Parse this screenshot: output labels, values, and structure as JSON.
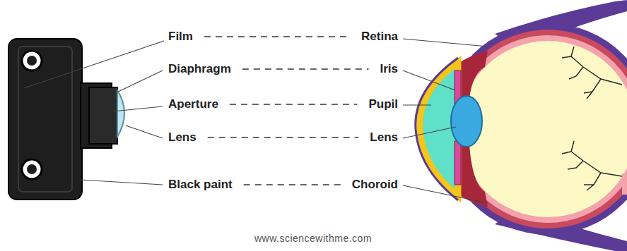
{
  "diagram": {
    "labels": [
      "Film",
      "Retina",
      "Diaphragm",
      "Iris",
      "Aperture",
      "Pupil",
      "Lens",
      "Lens",
      "Black paint",
      "Choroid",
      "www.sciencewithme.com"
    ]
  }
}
